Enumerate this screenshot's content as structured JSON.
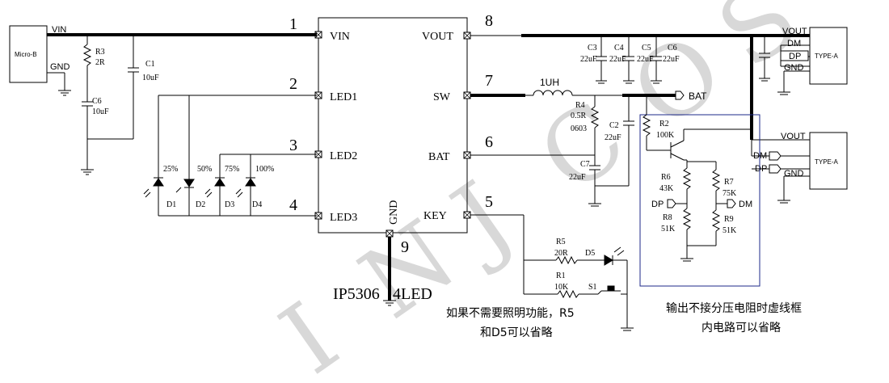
{
  "watermark": [
    "I",
    "N",
    "J",
    "C",
    "O",
    "S"
  ],
  "ic": {
    "part": "IP5306",
    "suffix": "4LED",
    "pins": {
      "vin": {
        "num": "1",
        "label": "VIN"
      },
      "led1": {
        "num": "2",
        "label": "LED1"
      },
      "led2": {
        "num": "3",
        "label": "LED2"
      },
      "led3": {
        "num": "4",
        "label": "LED3"
      },
      "vout": {
        "num": "8",
        "label": "VOUT"
      },
      "sw": {
        "num": "7",
        "label": "SW"
      },
      "bat": {
        "num": "6",
        "label": "BAT"
      },
      "key": {
        "num": "5",
        "label": "KEY"
      },
      "gnd": {
        "num": "9",
        "label": "GND"
      }
    }
  },
  "connectors": {
    "micro_b": {
      "name": "Micro-B",
      "vin": "VIN",
      "gnd": "GND"
    },
    "typea1": {
      "name": "TYPE-A",
      "vout": "VOUT",
      "dm": "DM",
      "dp": "DP",
      "gnd": "GND"
    },
    "typea2": {
      "name": "TYPE-A",
      "vout": "VOUT",
      "dm": "DM",
      "dp": "DP",
      "gnd": "GND"
    }
  },
  "parts": {
    "r3": {
      "ref": "R3",
      "val": "2R"
    },
    "c1": {
      "ref": "C1",
      "val": "10uF"
    },
    "c6a": {
      "ref": "C6",
      "val": "10uF"
    },
    "c3": {
      "ref": "C3",
      "val": "22uF"
    },
    "c4": {
      "ref": "C4",
      "val": "22uF"
    },
    "c5": {
      "ref": "C5",
      "val": "22uF"
    },
    "c6b": {
      "ref": "C6",
      "val": "22uF"
    },
    "l1": {
      "val": "1UH"
    },
    "r4": {
      "ref": "R4",
      "val": "0.5R",
      "pkg": "0603"
    },
    "c2": {
      "ref": "C2",
      "val": "22uF"
    },
    "c7": {
      "ref": "C7",
      "val": "22uF"
    },
    "r2": {
      "ref": "R2",
      "val": "100K"
    },
    "r6": {
      "ref": "R6",
      "val": "43K"
    },
    "r7": {
      "ref": "R7",
      "val": "75K"
    },
    "r8": {
      "ref": "R8",
      "val": "51K"
    },
    "r9": {
      "ref": "R9",
      "val": "51K"
    },
    "r5": {
      "ref": "R5",
      "val": "20R"
    },
    "r1": {
      "ref": "R1",
      "val": "10K"
    },
    "d5": {
      "ref": "D5"
    },
    "s1": {
      "ref": "S1"
    },
    "bat": "BAT",
    "dp_in": "DP",
    "dm_out": "DM"
  },
  "leds": {
    "d1": {
      "ref": "D1",
      "pct": "25%"
    },
    "d2": {
      "ref": "D2",
      "pct": "50%"
    },
    "d3": {
      "ref": "D3",
      "pct": "75%"
    },
    "d4": {
      "ref": "D4",
      "pct": "100%"
    }
  },
  "notes": {
    "note1_line1": "如果不需要照明功能，R5",
    "note1_line2": "和D5可以省略",
    "note2_line1": "输出不接分压电阻时虚线框",
    "note2_line2": "内电路可以省略"
  }
}
